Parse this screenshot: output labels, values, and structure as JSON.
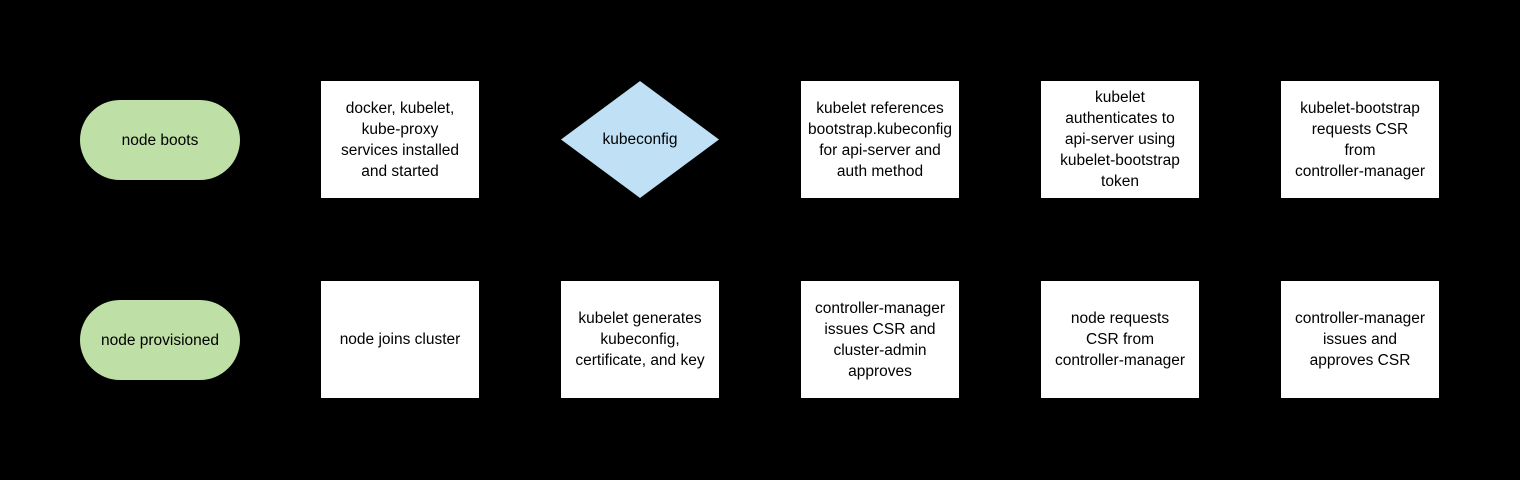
{
  "diagram": {
    "background": "#000000",
    "colors": {
      "terminator_green": "#bedfa5",
      "decision_blue": "#bfe0f5",
      "process_white": "#ffffff",
      "text": "#000000"
    },
    "nodes": [
      {
        "id": "node-boots",
        "shape": "terminator",
        "row": 1,
        "col": 1,
        "fill": "#bedfa5",
        "text": "node boots"
      },
      {
        "id": "services-installed",
        "shape": "process",
        "row": 1,
        "col": 2,
        "fill": "#ffffff",
        "text": "docker, kubelet,\nkube-proxy\nservices installed\nand started"
      },
      {
        "id": "kubeconfig-decision",
        "shape": "decision",
        "row": 1,
        "col": 3,
        "fill": "#bfe0f5",
        "text": "kubeconfig"
      },
      {
        "id": "kubelet-references",
        "shape": "process",
        "row": 1,
        "col": 4,
        "fill": "#ffffff",
        "text": "kubelet references\nbootstrap.kubeconfig\nfor api-server and\nauth method"
      },
      {
        "id": "kubelet-authenticates",
        "shape": "process",
        "row": 1,
        "col": 5,
        "fill": "#ffffff",
        "text": "kubelet\nauthenticates to\napi-server using\nkubelet-bootstrap\ntoken"
      },
      {
        "id": "kubelet-bootstrap-csr",
        "shape": "process",
        "row": 1,
        "col": 6,
        "fill": "#ffffff",
        "text": "kubelet-bootstrap\nrequests CSR\nfrom\ncontroller-manager"
      },
      {
        "id": "node-provisioned",
        "shape": "terminator",
        "row": 2,
        "col": 1,
        "fill": "#bedfa5",
        "text": "node provisioned"
      },
      {
        "id": "node-joins-cluster",
        "shape": "process",
        "row": 2,
        "col": 2,
        "fill": "#ffffff",
        "text": "node joins cluster"
      },
      {
        "id": "kubelet-generates",
        "shape": "process",
        "row": 2,
        "col": 3,
        "fill": "#ffffff",
        "text": "kubelet generates\nkubeconfig,\ncertificate, and key"
      },
      {
        "id": "cm-issues-admin-approves",
        "shape": "process",
        "row": 2,
        "col": 4,
        "fill": "#ffffff",
        "text": "controller-manager\nissues CSR and\ncluster-admin\napproves"
      },
      {
        "id": "node-requests-csr",
        "shape": "process",
        "row": 2,
        "col": 5,
        "fill": "#ffffff",
        "text": "node requests\nCSR from\ncontroller-manager"
      },
      {
        "id": "cm-issues-approves-csr",
        "shape": "process",
        "row": 2,
        "col": 6,
        "fill": "#ffffff",
        "text": "controller-manager\nissues and\napproves CSR"
      }
    ]
  }
}
